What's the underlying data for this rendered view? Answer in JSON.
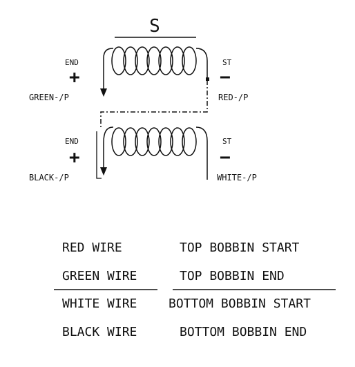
{
  "diagram": {
    "title": "S",
    "top_coil": {
      "left_end": "END",
      "left_sign": "+",
      "left_wire": "GREEN-/P",
      "right_end": "ST",
      "right_sign": "−",
      "right_wire": "RED-/P"
    },
    "bottom_coil": {
      "left_end": "END",
      "left_sign": "+",
      "left_wire": "BLACK-/P",
      "right_end": "ST",
      "right_sign": "−",
      "right_wire": "WHITE-/P"
    }
  },
  "legend": {
    "rows": [
      {
        "wire": "RED WIRE",
        "meaning": "TOP BOBBIN START"
      },
      {
        "wire": "GREEN WIRE",
        "meaning": "TOP BOBBIN END"
      },
      {
        "wire": "WHITE WIRE",
        "meaning": "BOTTOM BOBBIN START"
      },
      {
        "wire": "BLACK WIRE",
        "meaning": "BOTTOM BOBBIN END"
      }
    ]
  },
  "colors": {
    "line": "#111111",
    "background": "#ffffff"
  }
}
